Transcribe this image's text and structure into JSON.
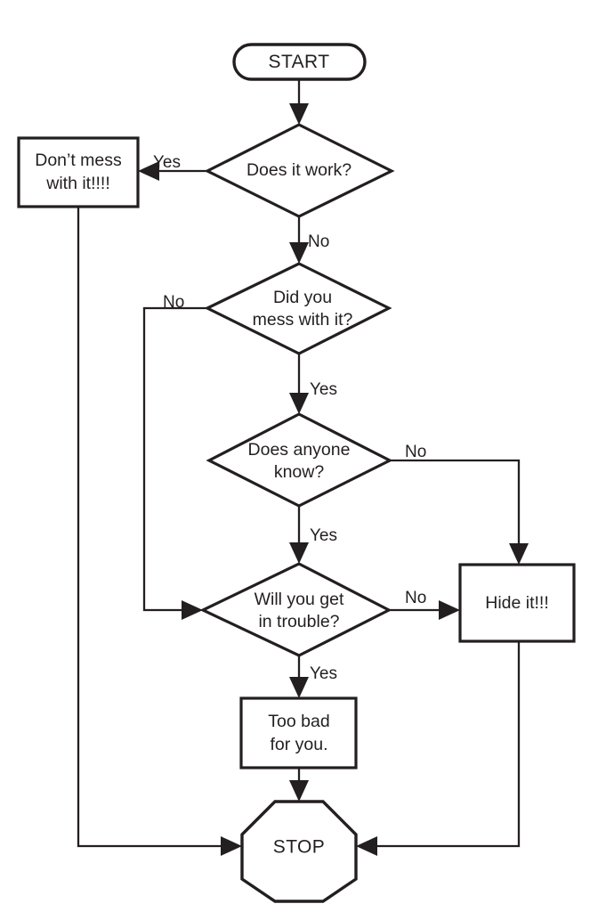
{
  "chart_data": {
    "type": "diagram",
    "diagram_type": "flowchart",
    "title": "",
    "orientation": "top-to-bottom",
    "colors": {
      "stroke": "#231f20",
      "fill": "#ffffff",
      "background": "#ffffff"
    },
    "nodes": [
      {
        "id": "start",
        "shape": "terminator",
        "text": "START",
        "lines": [
          "START"
        ]
      },
      {
        "id": "does_it_work",
        "shape": "decision",
        "text": "Does it work?",
        "lines": [
          "Does it work?"
        ]
      },
      {
        "id": "dont_mess",
        "shape": "process",
        "text": "Don’t mess with it!!!!",
        "lines": [
          "Don’t mess",
          "with it!!!!"
        ]
      },
      {
        "id": "did_you_mess",
        "shape": "decision",
        "text": "Did you mess with it?",
        "lines": [
          "Did you",
          "mess with it?"
        ]
      },
      {
        "id": "anyone_know",
        "shape": "decision",
        "text": "Does anyone know?",
        "lines": [
          "Does anyone",
          "know?"
        ]
      },
      {
        "id": "trouble",
        "shape": "decision",
        "text": "Will you get in trouble?",
        "lines": [
          "Will you get",
          "in trouble?"
        ]
      },
      {
        "id": "hide_it",
        "shape": "process",
        "text": "Hide it!!!",
        "lines": [
          "Hide it!!!"
        ]
      },
      {
        "id": "too_bad",
        "shape": "process",
        "text": "Too bad for you.",
        "lines": [
          "Too bad",
          "for you."
        ]
      },
      {
        "id": "stop",
        "shape": "octagon",
        "text": "STOP",
        "lines": [
          "STOP"
        ]
      }
    ],
    "edges": [
      {
        "from": "start",
        "to": "does_it_work",
        "label": ""
      },
      {
        "from": "does_it_work",
        "to": "dont_mess",
        "label": "Yes"
      },
      {
        "from": "does_it_work",
        "to": "did_you_mess",
        "label": "No"
      },
      {
        "from": "did_you_mess",
        "to": "trouble",
        "label": "No"
      },
      {
        "from": "did_you_mess",
        "to": "anyone_know",
        "label": "Yes"
      },
      {
        "from": "anyone_know",
        "to": "hide_it",
        "label": "No"
      },
      {
        "from": "anyone_know",
        "to": "trouble",
        "label": "Yes"
      },
      {
        "from": "trouble",
        "to": "hide_it",
        "label": "No"
      },
      {
        "from": "trouble",
        "to": "too_bad",
        "label": "Yes"
      },
      {
        "from": "too_bad",
        "to": "stop",
        "label": ""
      },
      {
        "from": "hide_it",
        "to": "stop",
        "label": ""
      },
      {
        "from": "dont_mess",
        "to": "stop",
        "label": ""
      }
    ],
    "edge_labels": {
      "work_yes": "Yes",
      "work_no": "No",
      "mess_no": "No",
      "mess_yes": "Yes",
      "know_no": "No",
      "know_yes": "Yes",
      "trouble_no": "No",
      "trouble_yes": "Yes"
    }
  },
  "nodes": {
    "start": {
      "line1": "START"
    },
    "does_it_work": {
      "line1": "Does it work?"
    },
    "dont_mess": {
      "line1": "Don’t mess",
      "line2": "with it!!!!"
    },
    "did_you_mess": {
      "line1": "Did you",
      "line2": "mess with it?"
    },
    "anyone_know": {
      "line1": "Does anyone",
      "line2": "know?"
    },
    "trouble": {
      "line1": "Will you get",
      "line2": "in trouble?"
    },
    "hide_it": {
      "line1": "Hide it!!!"
    },
    "too_bad": {
      "line1": "Too bad",
      "line2": "for you."
    },
    "stop": {
      "line1": "STOP"
    }
  },
  "labels": {
    "work_yes": "Yes",
    "work_no": "No",
    "mess_no": "No",
    "mess_yes": "Yes",
    "know_no": "No",
    "know_yes": "Yes",
    "trouble_no": "No",
    "trouble_yes": "Yes"
  }
}
